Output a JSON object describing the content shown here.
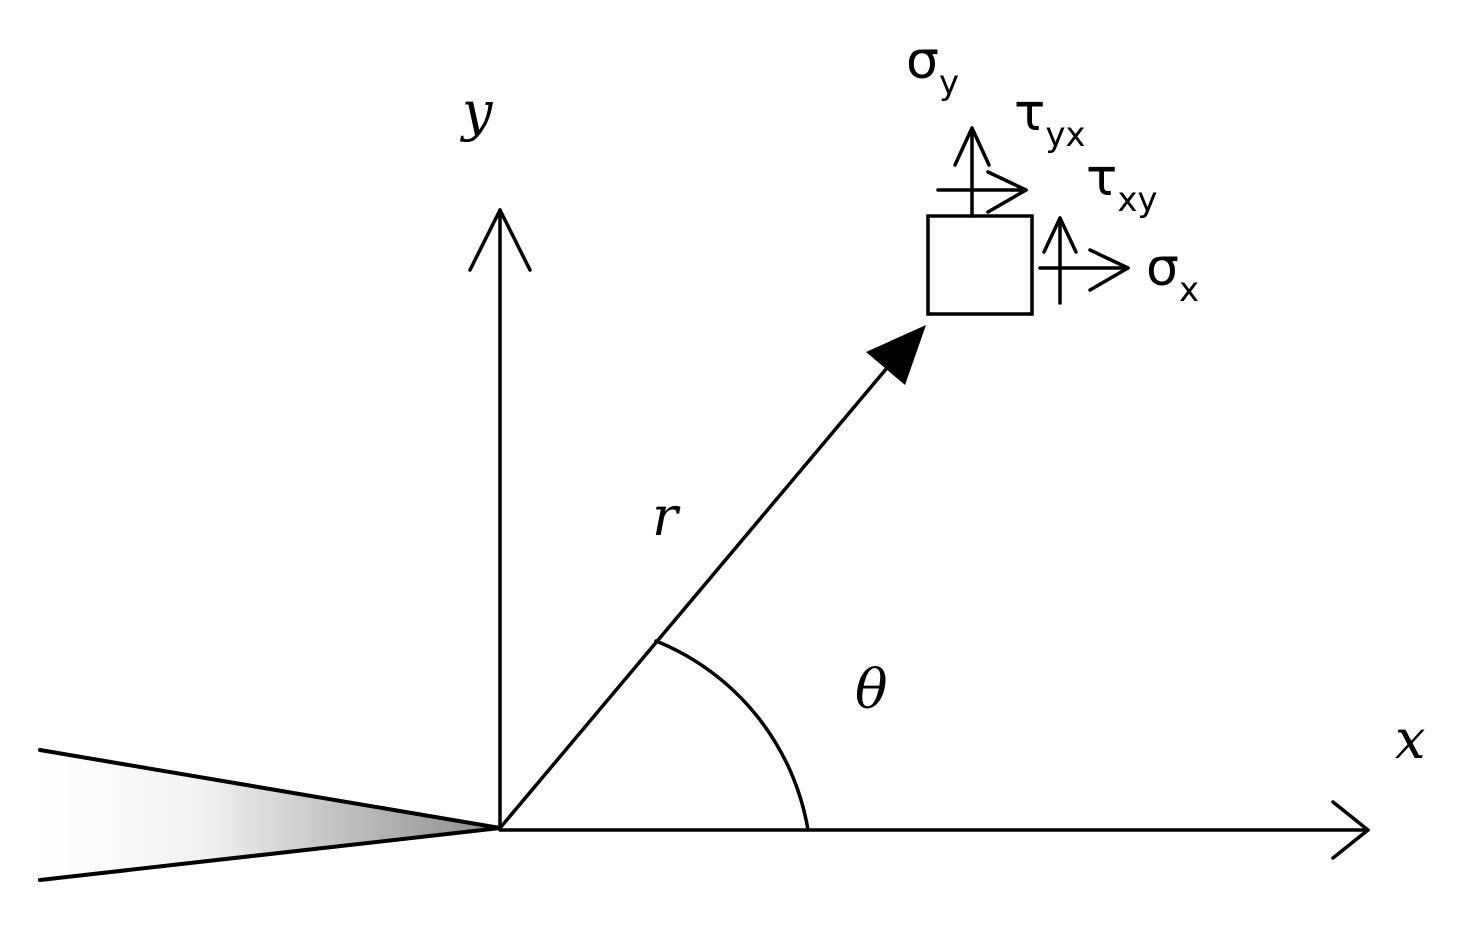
{
  "diagram": {
    "axes": {
      "x_label": "x",
      "y_label": "y"
    },
    "radius_label": "r",
    "angle_label": "θ",
    "stresses": {
      "sigma_y": {
        "symbol": "σ",
        "subscript": "y"
      },
      "tau_yx": {
        "symbol": "τ",
        "subscript": "yx"
      },
      "tau_xy": {
        "symbol": "τ",
        "subscript": "xy"
      },
      "sigma_x": {
        "symbol": "σ",
        "subscript": "x"
      }
    },
    "colors": {
      "stroke": "#000000",
      "background": "#ffffff",
      "crack_gradient_start": "#ffffff",
      "crack_gradient_end": "#8a8a8a"
    }
  }
}
